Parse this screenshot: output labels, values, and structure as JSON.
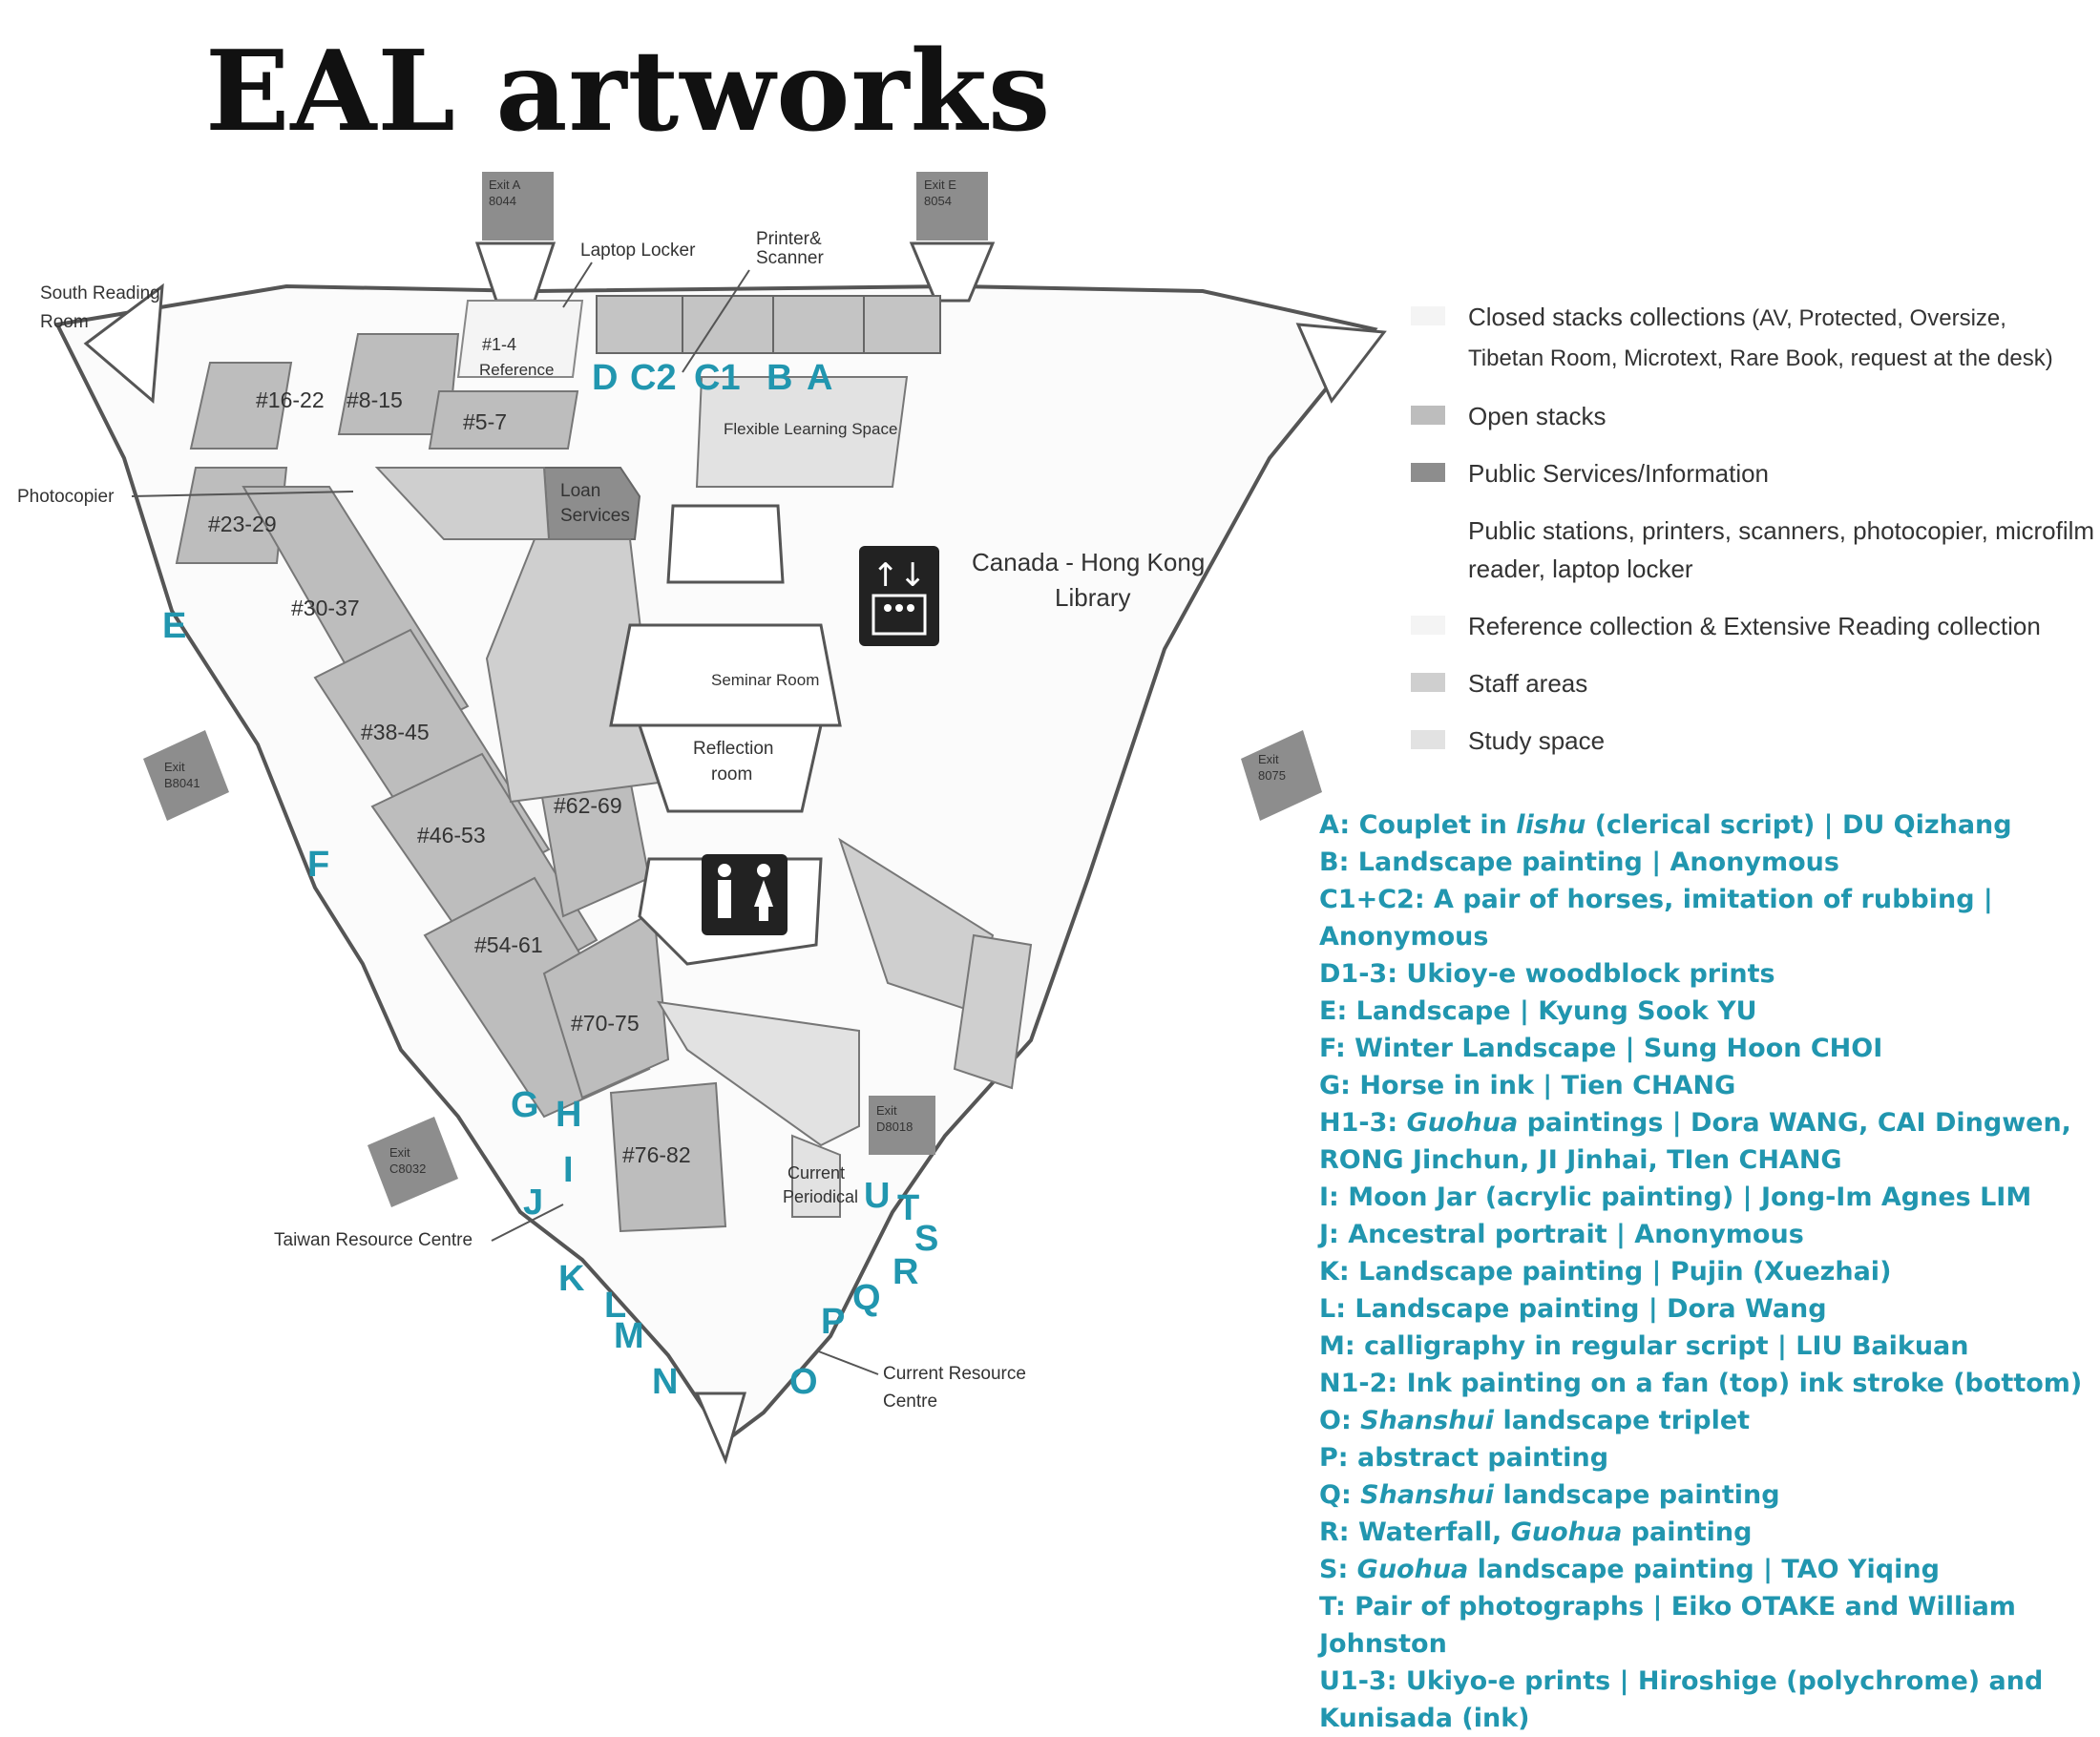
{
  "title": "EAL artworks",
  "colors": {
    "accent": "#2196AF",
    "stacks": "#b7b7b7",
    "services": "#8d8d8d",
    "staff": "#cfcfcf",
    "study": "#e0e0e0",
    "reference": "#f4f4f4"
  },
  "map": {
    "library_name_line1": "Canada - Hong Kong",
    "library_name_line2": "Library",
    "exits": {
      "a": "Exit A",
      "a_code": "8044",
      "e": "Exit E",
      "e_code": "8054",
      "b": "Exit",
      "b_code": "B8041",
      "c": "Exit",
      "c_code": "C8032",
      "d": "Exit",
      "d_code": "D8018",
      "east": "Exit",
      "east_code": "8075"
    },
    "rooms": {
      "laptop_locker": "Laptop Locker",
      "printer_1": "Printer&",
      "printer_2": "Scanner",
      "south_reading_1": "South Reading",
      "south_reading_2": "Room",
      "photocopier": "Photocopier",
      "reference_range": "#1-4",
      "reference": "Reference",
      "flexible_learning": "Flexible Learning Space",
      "loan_1": "Loan",
      "loan_2": "Services",
      "seminar": "Seminar Room",
      "reflection_1": "Reflection",
      "reflection_2": "room",
      "current_periodical_1": "Current",
      "current_periodical_2": "Periodical",
      "taiwan": "Taiwan Resource Centre",
      "current_resource_1": "Current Resource",
      "current_resource_2": "Centre"
    },
    "sections": {
      "s1": "#16-22",
      "s2": "#8-15",
      "s3": "#5-7",
      "s4": "#23-29",
      "s5": "#30-37",
      "s6": "#38-45",
      "s7": "#46-53",
      "s8": "#54-61",
      "s9": "#62-69",
      "s10": "#70-75",
      "s11": "#76-82"
    },
    "markers": {
      "A": "A",
      "B": "B",
      "C1": "C1",
      "C2": "C2",
      "D": "D",
      "E": "E",
      "F": "F",
      "G": "G",
      "H": "H",
      "I": "I",
      "J": "J",
      "K": "K",
      "L": "L",
      "M": "M",
      "N": "N",
      "O": "O",
      "P": "P",
      "Q": "Q",
      "R": "R",
      "S": "S",
      "T": "T",
      "U": "U"
    }
  },
  "legend": {
    "closed_stacks_1": "Closed stacks collections",
    "closed_stacks_2": " (AV, Protected, Oversize,",
    "closed_stacks_3": "Tibetan Room, Microtext, Rare Book, request at the desk)",
    "open_stacks": "Open stacks",
    "public_services": "Public Services/Information",
    "public_stations": "Public stations, printers, scanners, photocopier, microfilm reader, laptop locker",
    "reference": "Reference collection & Extensive Reading collection",
    "staff": "Staff areas",
    "study": "Study space"
  },
  "artworks": {
    "a_1": "A: Couplet in ",
    "a_2": "lishu",
    "a_3": " (clerical script) | DU Qizhang",
    "b": "B: Landscape painting | Anonymous",
    "c": "C1+C2: A pair of horses, imitation of rubbing | Anonymous",
    "d": "D1-3: Ukioy-e woodblock prints",
    "e": "E: Landscape | Kyung Sook YU",
    "f": "F: Winter Landscape | Sung Hoon CHOI",
    "g": "G: Horse in ink | Tien CHANG",
    "h_1": "H1-3: ",
    "h_2": "Guohua",
    "h_3": " paintings | Dora WANG, CAI Dingwen, RONG Jinchun, JI Jinhai, TIen CHANG",
    "i": "I: Moon Jar (acrylic painting) | Jong-Im Agnes LIM",
    "j": "J: Ancestral portrait | Anonymous",
    "k": "K: Landscape painting | Pujin (Xuezhai)",
    "l": "L: Landscape painting | Dora Wang",
    "m": "M: calligraphy in regular script | LIU Baikuan",
    "n": "N1-2: Ink painting on a fan (top) ink stroke (bottom)",
    "o_1": "O: ",
    "o_2": "Shanshui",
    "o_3": " landscape triplet",
    "p": "P:  abstract painting",
    "q_1": "Q: ",
    "q_2": "Shanshui",
    "q_3": " landscape painting",
    "r_1": "R: Waterfall, ",
    "r_2": "Guohua",
    "r_3": " painting",
    "s_1": "S: ",
    "s_2": "Guohua",
    "s_3": " landscape painting | TAO Yiqing",
    "t": "T: Pair of photographs | Eiko OTAKE and William Johnston",
    "u": "U1-3:  Ukiyo-e prints | Hiroshige (polychrome) and Kunisada (ink)"
  }
}
